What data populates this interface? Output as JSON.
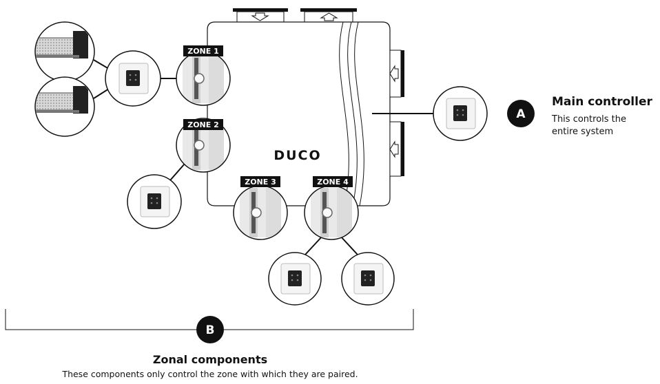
{
  "logo": "DUCO",
  "zones": {
    "zone1": "ZONE 1",
    "zone2": "ZONE 2",
    "zone3": "ZONE 3",
    "zone4": "ZONE 4"
  },
  "markers": {
    "a": "A",
    "b": "B"
  },
  "main_controller": {
    "title": "Main controller",
    "description": "This controls the entire system"
  },
  "zonal_components": {
    "title": "Zonal components",
    "description": "These components only control the zone with which they are paired."
  },
  "colors": {
    "line": "#111111",
    "label_bg": "#111111",
    "device_face": "#f2f2f2"
  }
}
